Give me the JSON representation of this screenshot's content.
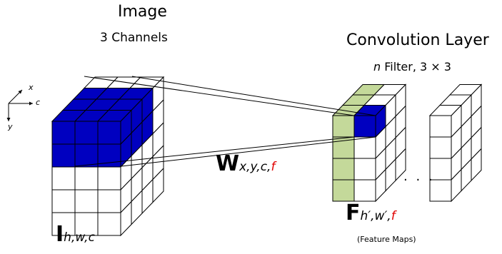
{
  "image_title": "Image",
  "image_channels": "3 Channels",
  "conv_title": "Convolution Layer",
  "conv_filter_n": "n",
  "conv_filter_rest": " Filter, 3 × 3",
  "weight_base": "W",
  "weight_sub": "x,y,c,",
  "weight_f": "f",
  "input_base": "I",
  "input_sub": "h,w,c",
  "feature_base": "F",
  "feature_sub": "h′,w′,",
  "feature_f": "f",
  "feature_caption": "(Feature Maps)",
  "ellipsis": "· · ·",
  "axis_x": "x",
  "axis_c": "c",
  "axis_y": "y",
  "colors": {
    "kernel_blue": "#0000c0",
    "filter_green": "#c4d99a",
    "highlight_red": "#e00000"
  }
}
